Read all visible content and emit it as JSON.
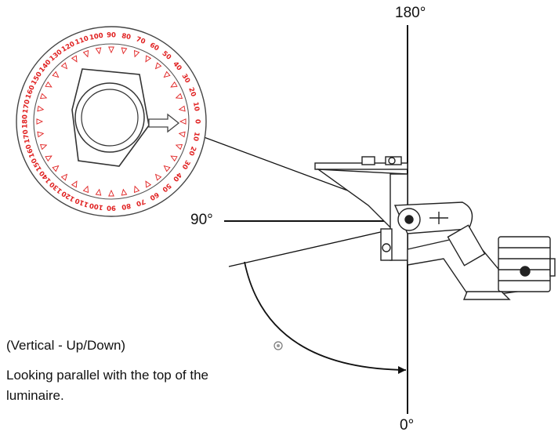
{
  "diagram": {
    "angles": {
      "top": "180°",
      "middle": "90°",
      "bottom": "0°"
    },
    "caption": {
      "heading": "(Vertical - Up/Down)",
      "description": "Looking parallel with the top of the luminaire."
    },
    "dial": {
      "scale_labels": [
        "0",
        "10",
        "20",
        "30",
        "40",
        "50",
        "60",
        "70",
        "80",
        "90",
        "100",
        "110",
        "120",
        "130",
        "140",
        "150",
        "160",
        "170",
        "180"
      ],
      "scale_start": 0,
      "scale_end": 180,
      "scale_step": 10,
      "tick_color": "#e02020"
    },
    "colors": {
      "line": "#111111",
      "dial_red": "#e02020",
      "fixture_fill": "#ffffff"
    }
  }
}
